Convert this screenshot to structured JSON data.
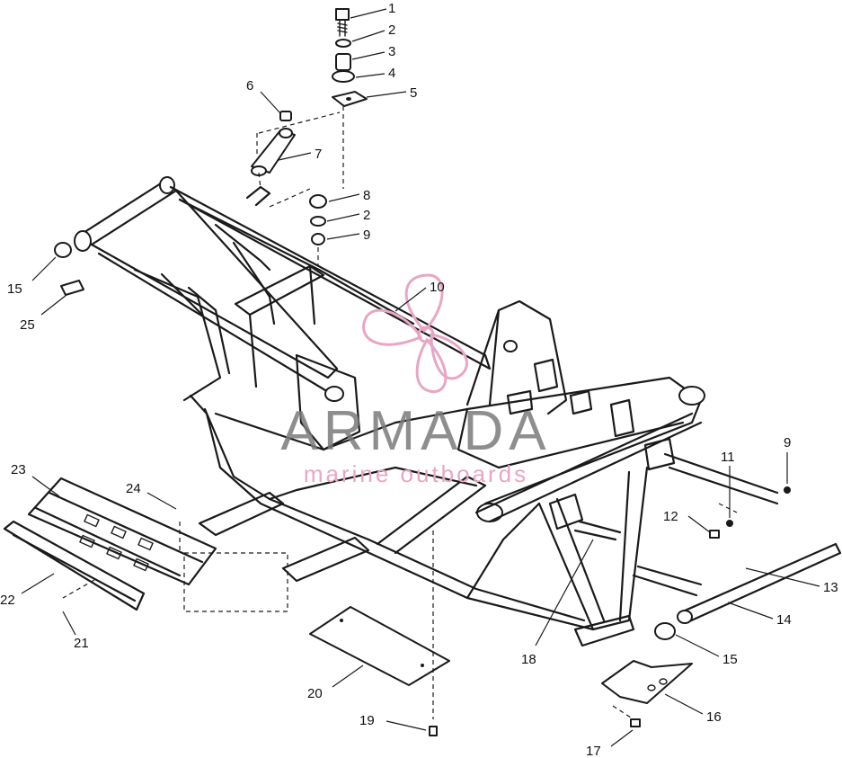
{
  "callouts": [
    {
      "label": "1"
    },
    {
      "label": "2"
    },
    {
      "label": "3"
    },
    {
      "label": "4"
    },
    {
      "label": "5"
    },
    {
      "label": "6"
    },
    {
      "label": "7"
    },
    {
      "label": "8"
    },
    {
      "label": "2"
    },
    {
      "label": "9"
    },
    {
      "label": "15"
    },
    {
      "label": "25"
    },
    {
      "label": "10"
    },
    {
      "label": "9"
    },
    {
      "label": "11"
    },
    {
      "label": "12"
    },
    {
      "label": "13"
    },
    {
      "label": "14"
    },
    {
      "label": "15"
    },
    {
      "label": "16"
    },
    {
      "label": "17"
    },
    {
      "label": "18"
    },
    {
      "label": "19"
    },
    {
      "label": "20"
    },
    {
      "label": "21"
    },
    {
      "label": "22"
    },
    {
      "label": "23"
    },
    {
      "label": "24"
    }
  ],
  "watermark": {
    "title": "ARMADA",
    "subtitle": "marine outboards",
    "color": "#e8a6c4",
    "title_color": "#7a7a7a"
  }
}
